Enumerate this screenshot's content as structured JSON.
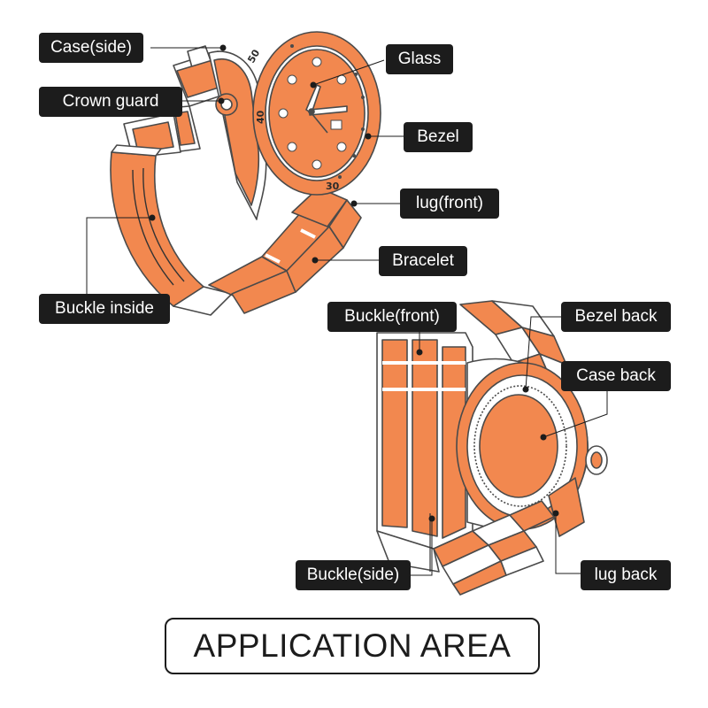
{
  "colors": {
    "accent": "#F2884F",
    "outline": "#4a4a4a",
    "label_bg": "#1c1c1c",
    "label_text": "#ffffff"
  },
  "labels": {
    "case_side": "Case(side)",
    "crown_guard": "Crown guard",
    "glass": "Glass",
    "bezel": "Bezel",
    "lug_front": "lug(front)",
    "bracelet": "Bracelet",
    "buckle_inside": "Buckle inside",
    "buckle_front": "Buckle(front)",
    "bezel_back": "Bezel back",
    "case_back": "Case back",
    "buckle_side": "Buckle(side)",
    "lug_back": "lug back"
  },
  "dial_markers": {
    "m50": "50",
    "m40": "40",
    "m30": "30"
  },
  "footer": {
    "title": "APPLICATION AREA"
  }
}
